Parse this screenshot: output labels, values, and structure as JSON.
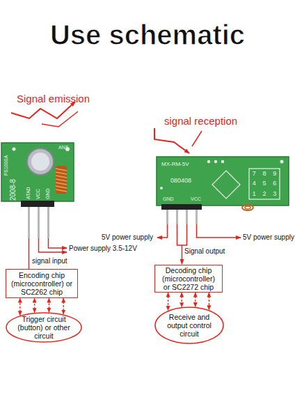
{
  "diagram": {
    "title": "Use schematic",
    "nodes": [
      {
        "text": [
          "Encoding chip (microcontroller) or SC2262 chip"
        ]
      },
      {
        "text": [
          "Trigger circuit (button) or other circuit"
        ]
      },
      {
        "text": [
          "Decoding chip (microcontroller) or SC2272 chip"
        ]
      },
      {
        "text": [
          "Receive and output control circuit"
        ]
      }
    ],
    "edges": [
      {
        "from": 1,
        "to": 0,
        "arrow": "both"
      },
      {
        "from": 2,
        "to": 3,
        "arrow": "both"
      }
    ],
    "labels": [
      "Signal emission",
      "signal reception",
      "Power supply 3.5-12V",
      "signal input",
      "5V power supply",
      "5V power supply",
      "Signal output",
      "FS1000A",
      "2008-8",
      "ANT",
      "ATAD",
      "VCC",
      "GND",
      "MX-RM-5V",
      "080408",
      "GND",
      "VCC",
      "7",
      "8",
      "9",
      "4",
      "5",
      "6",
      "1",
      "2",
      "3"
    ]
  }
}
